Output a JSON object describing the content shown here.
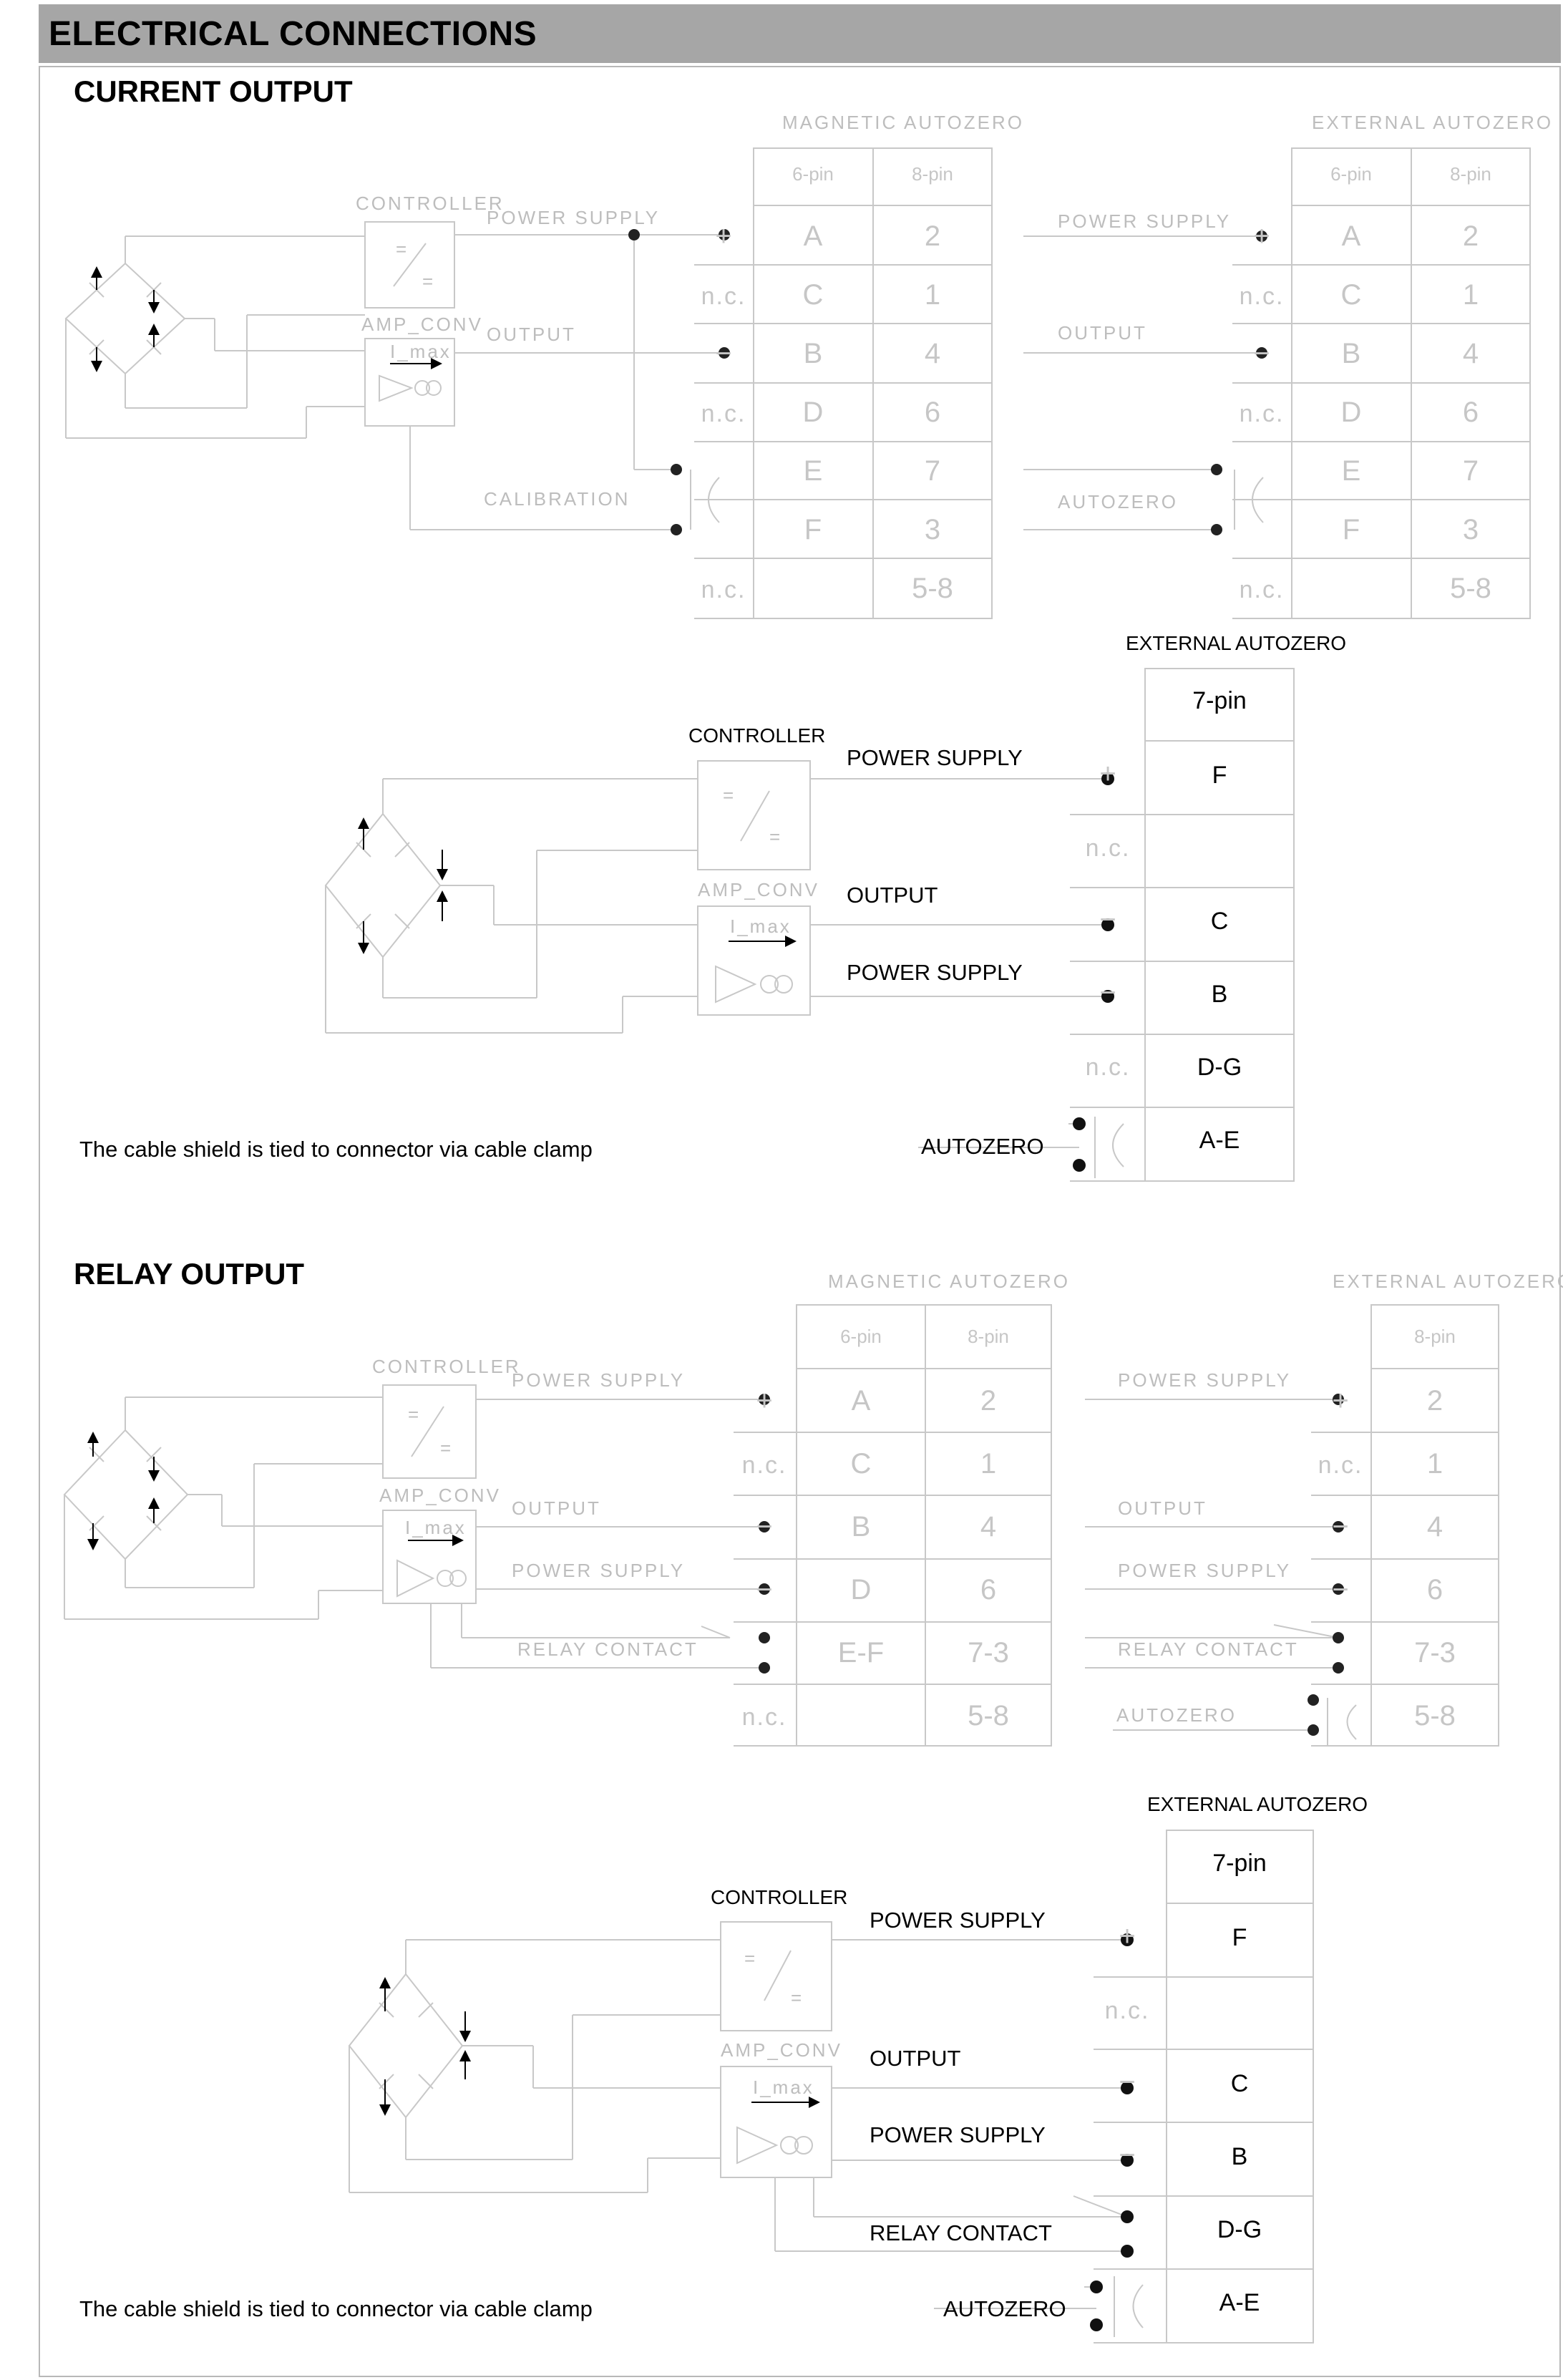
{
  "header": {
    "title": "ELECTRICAL CONNECTIONS"
  },
  "sections": {
    "current": {
      "title": "CURRENT OUTPUT"
    },
    "relay": {
      "title": "RELAY OUTPUT"
    }
  },
  "note": "The cable shield is tied to connector via cable clamp",
  "labels": {
    "controller": "CONTROLLER",
    "amp_conv": "AMP_CONV",
    "imax": "I_max",
    "power_supply": "POWER SUPPLY",
    "output": "OUTPUT",
    "calibration": "CALIBRATION",
    "autozero": "AUTOZERO",
    "relay_contact": "RELAY CONTACT",
    "magnetic_autozero": "MAGNETIC AUTOZERO",
    "external_autozero_light": "EXTERNAL AUTOZERO",
    "external_autozero": "EXTERNAL AUTOZERO",
    "plus": "+",
    "minus": "−",
    "nc": "n.c.",
    "ctrl_symbol_a": "=",
    "ctrl_symbol_b": "/",
    "ctrl_symbol_c": "="
  },
  "tables": {
    "current_magnetic": {
      "headers": [
        "6-pin",
        "8-pin"
      ],
      "rows": [
        {
          "side": "+",
          "c6": "A",
          "c8": "2"
        },
        {
          "side": "n.c.",
          "c6": "C",
          "c8": "1"
        },
        {
          "side": "−",
          "c6": "B",
          "c8": "4"
        },
        {
          "side": "n.c.",
          "c6": "D",
          "c8": "6"
        },
        {
          "side": "",
          "c6": "E",
          "c8": "7"
        },
        {
          "side": "",
          "c6": "F",
          "c8": "3"
        },
        {
          "side": "n.c.",
          "c6": "",
          "c8": "5-8"
        }
      ]
    },
    "current_external": {
      "headers": [
        "6-pin",
        "8-pin"
      ],
      "rows": [
        {
          "side": "+",
          "c6": "A",
          "c8": "2"
        },
        {
          "side": "n.c.",
          "c6": "C",
          "c8": "1"
        },
        {
          "side": "−",
          "c6": "B",
          "c8": "4"
        },
        {
          "side": "n.c.",
          "c6": "D",
          "c8": "6"
        },
        {
          "side": "",
          "c6": "E",
          "c8": "7"
        },
        {
          "side": "",
          "c6": "F",
          "c8": "3"
        },
        {
          "side": "n.c.",
          "c6": "",
          "c8": "5-8"
        }
      ]
    },
    "current_7pin": {
      "header": "7-pin",
      "rows": [
        {
          "side": "+",
          "val": "F"
        },
        {
          "side": "n.c.",
          "val": ""
        },
        {
          "side": "−",
          "val": "C"
        },
        {
          "side": "−",
          "val": "B"
        },
        {
          "side": "n.c.",
          "val": "D-G"
        },
        {
          "side": "",
          "val": "A-E"
        }
      ]
    },
    "relay_magnetic": {
      "headers": [
        "6-pin",
        "8-pin"
      ],
      "rows": [
        {
          "side": "+",
          "c6": "A",
          "c8": "2"
        },
        {
          "side": "n.c.",
          "c6": "C",
          "c8": "1"
        },
        {
          "side": "−",
          "c6": "B",
          "c8": "4"
        },
        {
          "side": "−",
          "c6": "D",
          "c8": "6"
        },
        {
          "side": "",
          "c6": "E-F",
          "c8": "7-3"
        },
        {
          "side": "n.c.",
          "c6": "",
          "c8": "5-8"
        }
      ]
    },
    "relay_external": {
      "headers": [
        "8-pin"
      ],
      "rows": [
        {
          "side": "+",
          "c8": "2"
        },
        {
          "side": "n.c.",
          "c8": "1"
        },
        {
          "side": "−",
          "c8": "4"
        },
        {
          "side": "−",
          "c8": "6"
        },
        {
          "side": "",
          "c8": "7-3"
        },
        {
          "side": "",
          "c8": "5-8"
        }
      ]
    },
    "relay_7pin": {
      "header": "7-pin",
      "rows": [
        {
          "side": "+",
          "val": "F"
        },
        {
          "side": "n.c.",
          "val": ""
        },
        {
          "side": "−",
          "val": "C"
        },
        {
          "side": "−",
          "val": "B"
        },
        {
          "side": "",
          "val": "D-G"
        },
        {
          "side": "",
          "val": "A-E"
        }
      ]
    }
  },
  "colors": {
    "header_bg": "#a6a6a6",
    "light_line": "#c8c8c8",
    "dark": "#000000"
  }
}
